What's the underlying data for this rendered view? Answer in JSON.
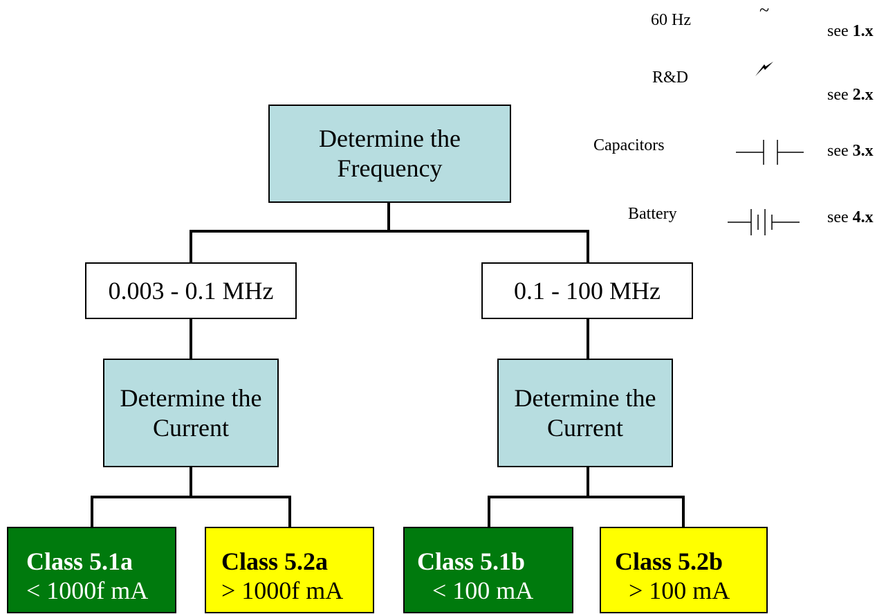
{
  "legend": [
    {
      "label": "60 Hz",
      "symbol": "tilde-icon",
      "see_prefix": "see",
      "see_ref": "1.x"
    },
    {
      "label": "R&D",
      "symbol": "lightning-icon",
      "see_prefix": "see",
      "see_ref": "2.x"
    },
    {
      "label": "Capacitors",
      "symbol": "capacitor-icon",
      "see_prefix": "see",
      "see_ref": "3.x"
    },
    {
      "label": "Battery",
      "symbol": "battery-icon",
      "see_prefix": "see",
      "see_ref": "4.x"
    }
  ],
  "root": {
    "line1": "Determine the",
    "line2": "Frequency"
  },
  "ranges": [
    {
      "label": "0.003 - 0.1 MHz"
    },
    {
      "label": "0.1 - 100 MHz"
    }
  ],
  "current_nodes": [
    {
      "line1": "Determine the",
      "line2": "Current"
    },
    {
      "line1": "Determine the",
      "line2": "Current"
    }
  ],
  "classes": [
    {
      "name": "Class 5.1a",
      "condition": "< 1000f mA"
    },
    {
      "name": "Class 5.2a",
      "condition": "> 1000f mA"
    },
    {
      "name": "Class 5.1b",
      "condition": "< 100 mA"
    },
    {
      "name": "Class 5.2b",
      "condition": "> 100 mA"
    }
  ],
  "colors": {
    "node_fill": "#b7dde0",
    "class_green": "#007a0d",
    "class_yellow": "#ffff00"
  }
}
